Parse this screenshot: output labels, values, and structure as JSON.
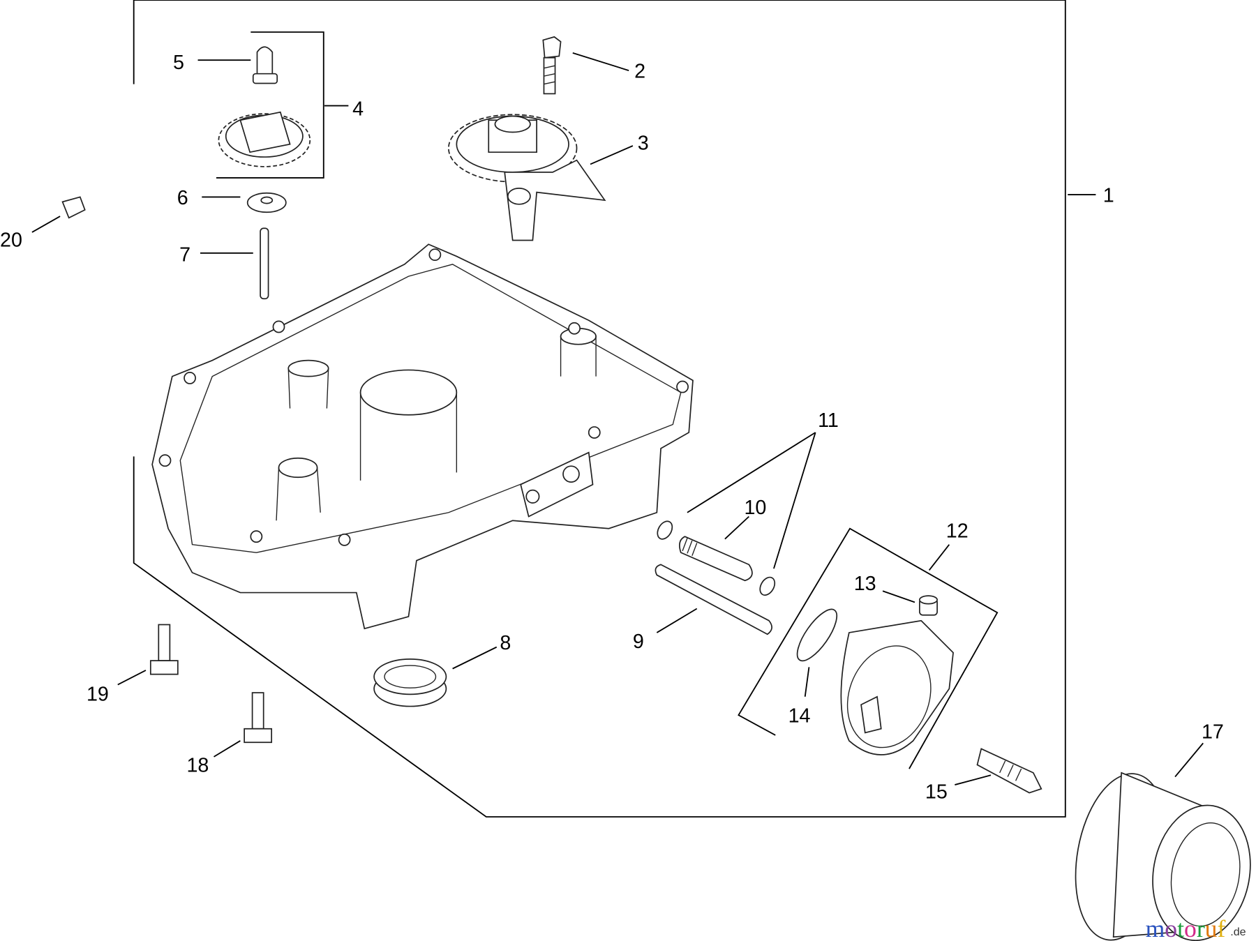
{
  "diagram": {
    "callouts": [
      {
        "id": "1",
        "label": "1"
      },
      {
        "id": "2",
        "label": "2"
      },
      {
        "id": "3",
        "label": "3"
      },
      {
        "id": "4",
        "label": "4"
      },
      {
        "id": "5",
        "label": "5"
      },
      {
        "id": "6",
        "label": "6"
      },
      {
        "id": "7",
        "label": "7"
      },
      {
        "id": "8",
        "label": "8"
      },
      {
        "id": "9",
        "label": "9"
      },
      {
        "id": "10",
        "label": "10"
      },
      {
        "id": "11",
        "label": "11"
      },
      {
        "id": "12",
        "label": "12"
      },
      {
        "id": "13",
        "label": "13"
      },
      {
        "id": "14",
        "label": "14"
      },
      {
        "id": "15",
        "label": "15"
      },
      {
        "id": "17",
        "label": "17"
      },
      {
        "id": "18",
        "label": "18"
      },
      {
        "id": "19",
        "label": "19"
      },
      {
        "id": "20",
        "label": "20"
      }
    ]
  },
  "watermark": {
    "brand": "motoruf",
    "tld": ".de",
    "letter_colors": [
      "#2a52be",
      "#8a3fa0",
      "#1a9a3a",
      "#d22a8a",
      "#1a9a3a",
      "#e07a10",
      "#e0b010"
    ]
  }
}
